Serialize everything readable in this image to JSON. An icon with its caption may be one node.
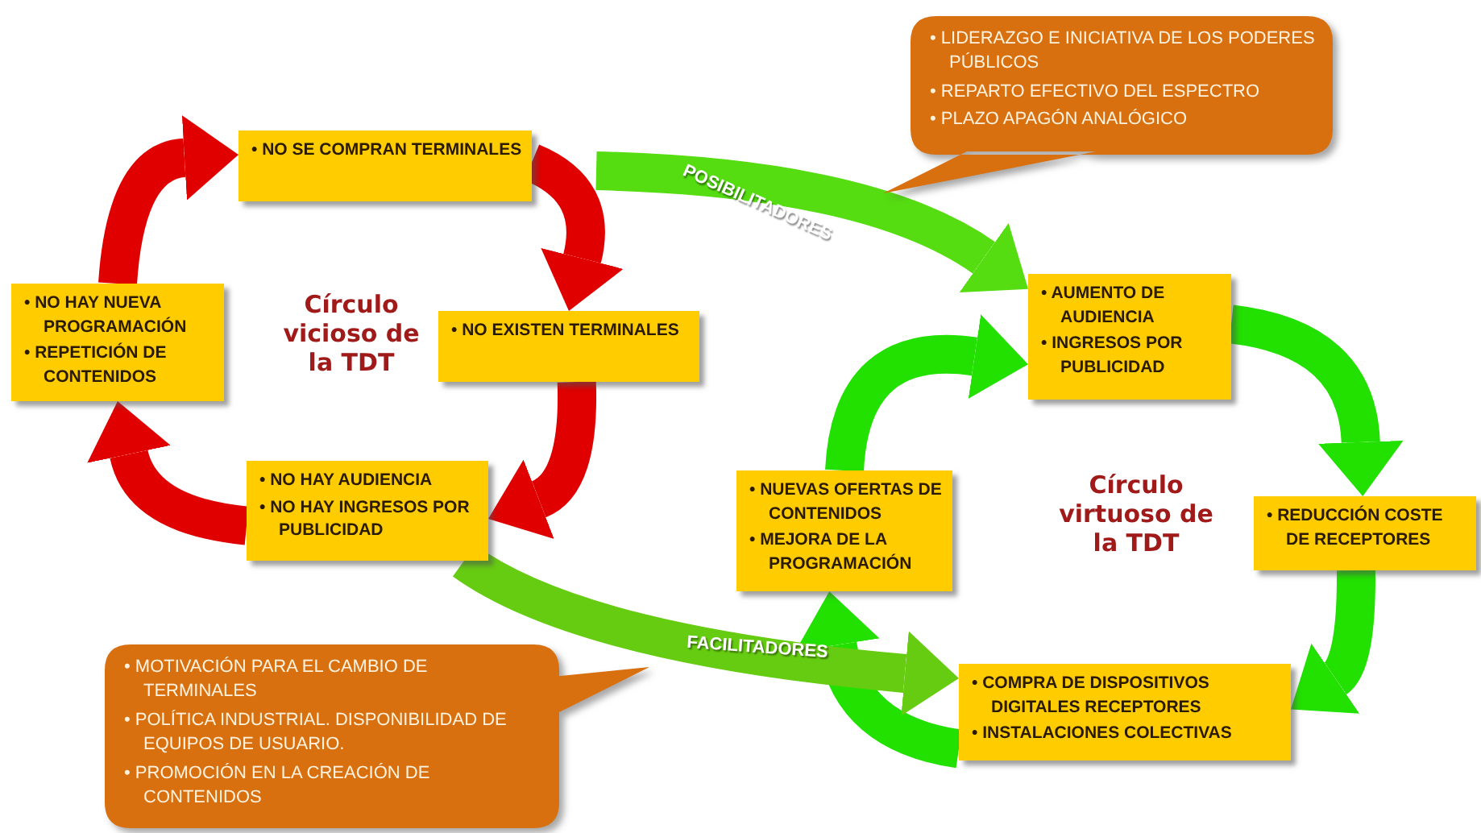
{
  "diagram": {
    "nodes": [
      {
        "text": [
          "• NO SE COMPRAN TERMINALES"
        ]
      },
      {
        "text": [
          "• NO EXISTEN TERMINALES"
        ]
      },
      {
        "text": [
          "• NO HAY AUDIENCIA",
          "• NO HAY INGRESOS POR PUBLICIDAD"
        ]
      },
      {
        "text": [
          "• NO HAY NUEVA PROGRAMACIÓN",
          "• REPETICIÓN DE CONTENIDOS"
        ]
      },
      {
        "text": [
          "• AUMENTO DE AUDIENCIA",
          "• INGRESOS POR PUBLICIDAD"
        ]
      },
      {
        "text": [
          "• REDUCCIÓN COSTE DE RECEPTORES"
        ]
      },
      {
        "text": [
          "• COMPRA DE DISPOSITIVOS DIGITALES RECEPTORES",
          "• INSTALACIONES COLECTIVAS"
        ]
      },
      {
        "text": [
          "• NUEVAS OFERTAS DE CONTENIDOS",
          "• MEJORA DE LA PROGRAMACIÓN"
        ]
      },
      {
        "text": [
          "• LIDERAZGO E INICIATIVA DE LOS PODERES PÚBLICOS",
          "• REPARTO EFECTIVO DEL ESPECTRO",
          "• PLAZO APAGÓN ANALÓGICO"
        ]
      },
      {
        "text": [
          "• MOTIVACIÓN PARA EL CAMBIO DE TERMINALES",
          "• POLÍTICA INDUSTRIAL. DISPONIBILIDAD DE EQUIPOS DE USUARIO.",
          "• PROMOCIÓN EN LA CREACIÓN DE CONTENIDOS"
        ]
      }
    ],
    "edges": [
      {
        "from": 0,
        "to": 1,
        "arrow": "to",
        "color": "#e00000"
      },
      {
        "from": 1,
        "to": 2,
        "arrow": "to",
        "color": "#e00000"
      },
      {
        "from": 2,
        "to": 3,
        "arrow": "to",
        "color": "#e00000"
      },
      {
        "from": 3,
        "to": 0,
        "arrow": "to",
        "color": "#e00000"
      },
      {
        "from": 4,
        "to": 5,
        "arrow": "to",
        "color": "#22e000"
      },
      {
        "from": 5,
        "to": 6,
        "arrow": "to",
        "color": "#22e000"
      },
      {
        "from": 6,
        "to": 7,
        "arrow": "to",
        "color": "#22e000"
      },
      {
        "from": 7,
        "to": 4,
        "arrow": "to",
        "color": "#22e000"
      },
      {
        "from": null,
        "to": 4,
        "arrow": "to",
        "label": "POSIBILITADORES",
        "color": "#55dd11"
      },
      {
        "from": 2,
        "to": 6,
        "arrow": "to",
        "label": "FACILITADORES",
        "color": "#66cc11"
      }
    ],
    "labels": [
      "Círculo vicioso de la TDT",
      "Círculo virtuoso de la TDT"
    ]
  }
}
